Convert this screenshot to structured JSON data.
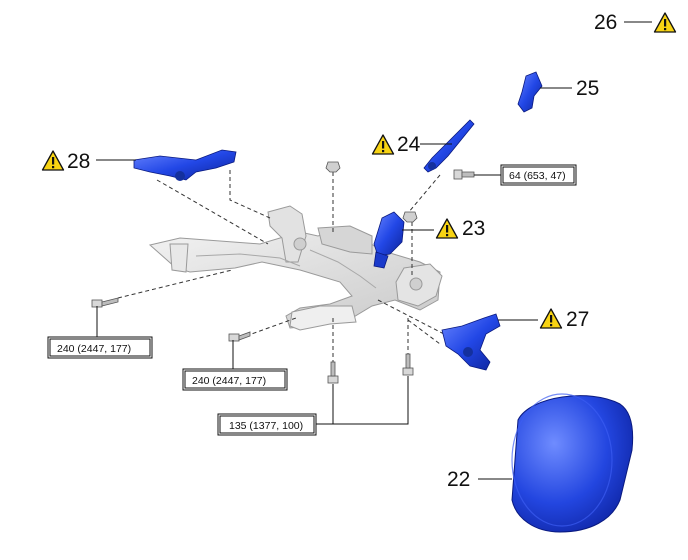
{
  "callouts": {
    "c22": "22",
    "c23": "23",
    "c24": "24",
    "c25": "25",
    "c26": "26",
    "c27": "27",
    "c28": "28"
  },
  "torque_specs": {
    "t64": "64 (653, 47)",
    "t240_upper": "240 (2447, 177)",
    "t240_lower": "240 (2447, 177)",
    "t135": "135 (1377, 100)"
  },
  "icons": {
    "warning": "warning-triangle-icon"
  },
  "colors": {
    "part_blue": "#1d3fd6",
    "part_blue_light": "#5b7bff",
    "subframe_gray": "#dcdcdc",
    "warning_yellow": "#f7d313"
  }
}
